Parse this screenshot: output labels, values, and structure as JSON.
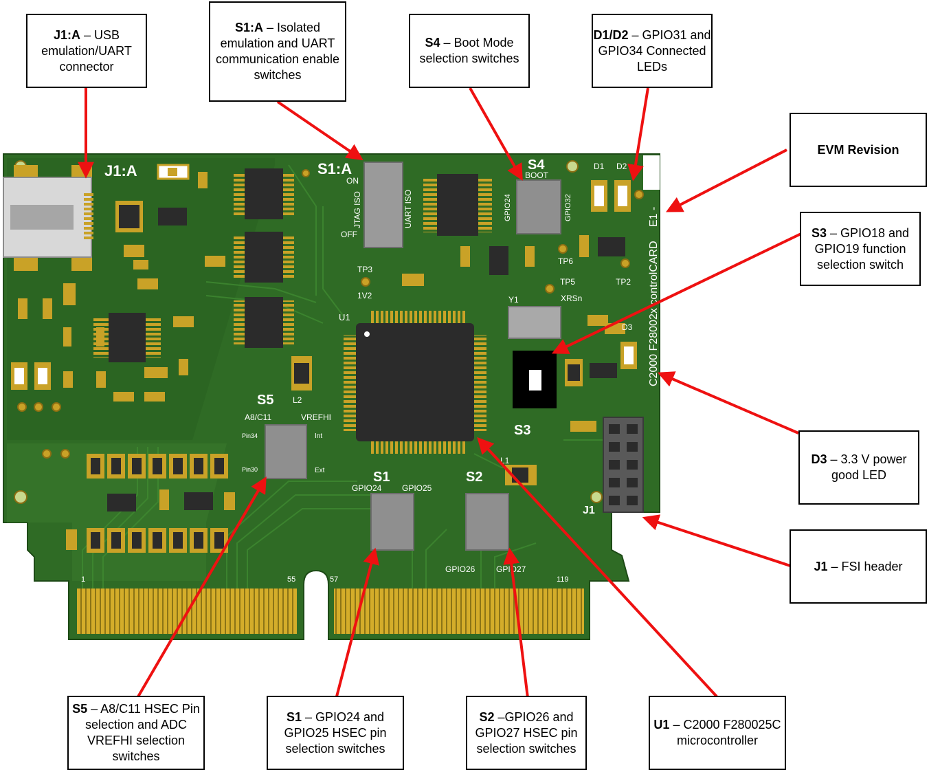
{
  "callouts": {
    "j1a": {
      "bold": "J1:A",
      "text": " – USB emulation/UART connector"
    },
    "s1a": {
      "bold": "S1:A",
      "text": " – Isolated emulation and UART communication enable switches"
    },
    "s4": {
      "bold": "S4",
      "text": " – Boot Mode selection switches"
    },
    "d1d2": {
      "bold": "D1/D2",
      "text": " – GPIO31 and GPIO34 Connected LEDs"
    },
    "evm": {
      "bold": "EVM Revision",
      "text": ""
    },
    "s3": {
      "bold": "S3",
      "text": " – GPIO18 and GPIO19 function selection switch"
    },
    "d3": {
      "bold": "D3",
      "text": " – 3.3 V power good LED"
    },
    "j1": {
      "bold": "J1",
      "text": " – FSI header"
    },
    "s5": {
      "bold": "S5",
      "text": " – A8/C11 HSEC Pin selection and ADC VREFHI selection switches"
    },
    "s1": {
      "bold": "S1",
      "text": " – GPIO24 and GPIO25 HSEC pin selection switches"
    },
    "s2": {
      "bold": "S2",
      "text": " –GPIO26 and GPIO27 HSEC pin selection switches"
    },
    "u1": {
      "bold": "U1",
      "text": " – C2000 F280025C microcontroller"
    }
  },
  "board_labels": {
    "j1a": "J1:A",
    "s1a": "S1:A",
    "s4": "S4",
    "s5": "S5",
    "s3": "S3",
    "s1": "S1",
    "s2": "S2",
    "j1": "J1",
    "u1": "U1",
    "y1": "Y1",
    "l2": "L2",
    "l1": "L1",
    "d3": "D3",
    "d1": "D1",
    "d2": "D2",
    "board_name": "C2000 F28002x controlCARD",
    "rev": "E1 -",
    "on": "ON",
    "off": "OFF",
    "jtag_iso": "JTAG ISO",
    "uart_iso": "UART ISO",
    "boot": "BOOT",
    "gpio24_s4": "GPIO24",
    "gpio32_s4": "GPIO32",
    "a8c11": "A8/C11",
    "vrefhi": "VREFHI",
    "int": "Int",
    "ext": "Ext",
    "pin34": "Pin34",
    "pin30": "Pin30",
    "gpio24": "GPIO24",
    "gpio25": "GPIO25",
    "gpio26": "GPIO26",
    "gpio27": "GPIO27",
    "tp3": "TP3",
    "v12": "1V2",
    "tp5": "TP5",
    "xrsn": "XRSn",
    "tp6": "TP6",
    "tp2": "TP2",
    "pin1": "1",
    "pin55": "55",
    "pin57": "57",
    "pin119": "119"
  },
  "colors": {
    "pcb": "#2f6b25",
    "pcb_dark": "#24561d",
    "gold": "#c9a227",
    "arrow": "#ee1111",
    "chip": "#2b2b2b"
  }
}
